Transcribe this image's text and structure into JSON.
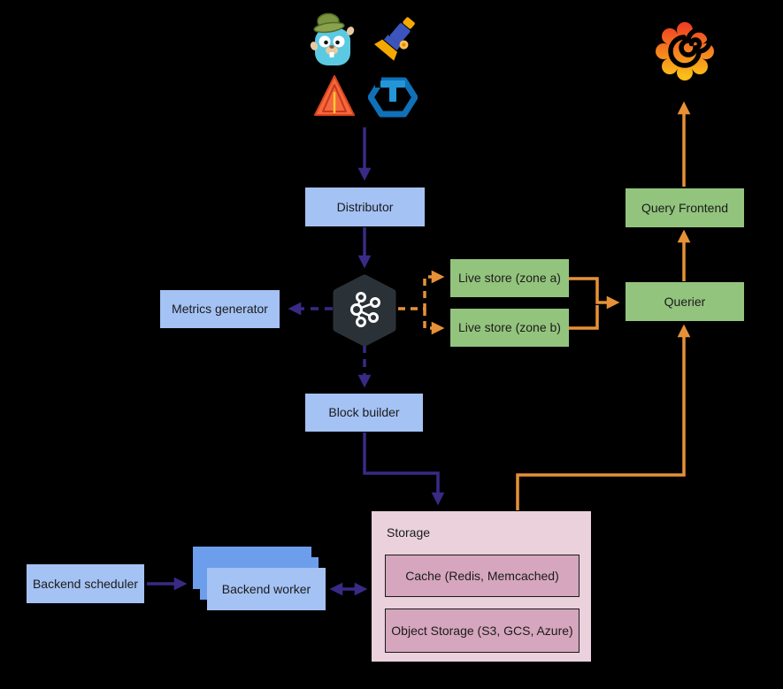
{
  "nodes": {
    "distributor": {
      "label": "Distributor"
    },
    "metrics_generator": {
      "label": "Metrics generator"
    },
    "live_store_a": {
      "label": "Live store (zone a)"
    },
    "live_store_b": {
      "label": "Live store (zone b)"
    },
    "query_frontend": {
      "label": "Query Frontend"
    },
    "querier": {
      "label": "Querier"
    },
    "block_builder": {
      "label": "Block builder"
    },
    "backend_scheduler": {
      "label": "Backend scheduler"
    },
    "backend_worker": {
      "label": "Backend worker"
    },
    "storage": {
      "label": "Storage",
      "cache_label": "Cache (Redis, Memcached)",
      "object_storage_label": "Object Storage (S3, GCS, Azure)"
    }
  },
  "icons": {
    "source_icons": [
      "jaeger-gopher-icon",
      "opentelemetry-telescope-icon",
      "zipkin-pyramid-icon",
      "hexagon-t-icon"
    ],
    "pipeline_icon": "kafka-icon",
    "output_icon": "grafana-icon"
  },
  "colors": {
    "background": "#000000",
    "text": "#1b1b1b",
    "node_blue": "#A4C2F4",
    "node_blue_dark": "#6D9EEB",
    "node_green": "#93C47D",
    "storage_bg": "#EAD1DC",
    "storage_inner": "#D5A6BD",
    "storage_inner_border": "#1a1a1a",
    "arrow_purple": "#392A86",
    "arrow_orange": "#E69138",
    "kafka_hex": "#2B3237",
    "kafka_logo": "#ffffff"
  }
}
